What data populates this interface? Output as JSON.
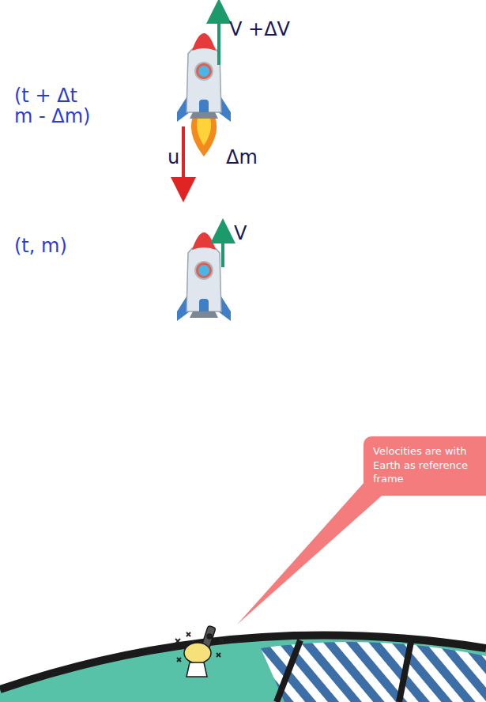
{
  "diagram": {
    "nodes": [
      {
        "text": [
          "Velocities are with Earth as reference frame"
        ]
      }
    ],
    "labels": [
      "V +ΔV",
      "(t + Δt m - Δm)",
      "u",
      "Δm",
      "V",
      "(t, m)"
    ]
  }
}
